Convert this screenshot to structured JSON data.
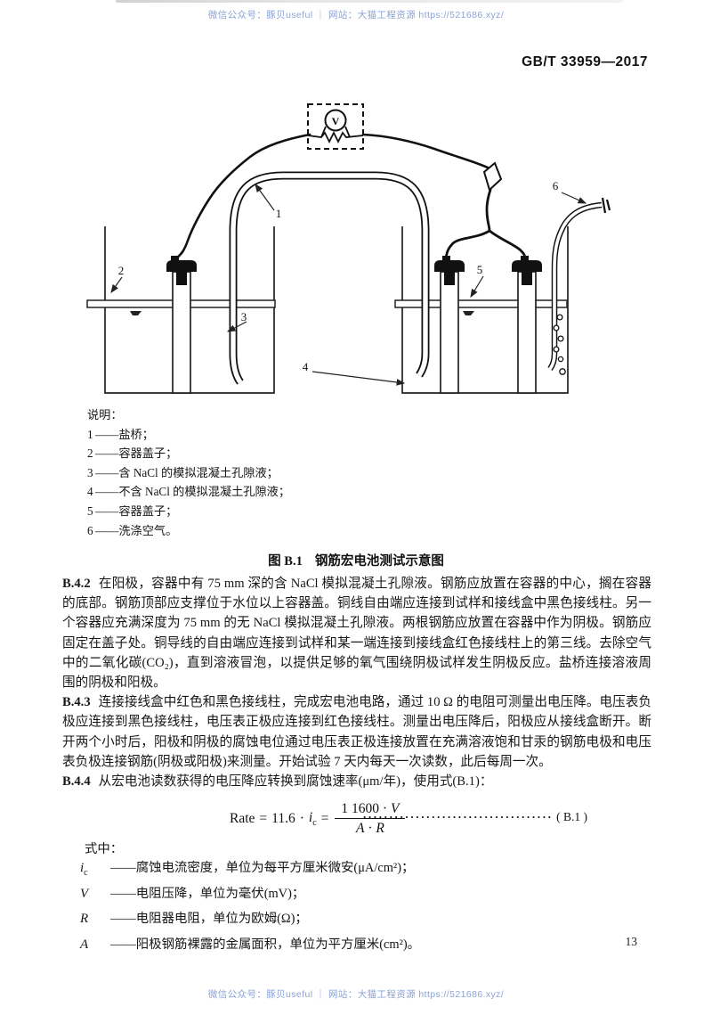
{
  "watermark": {
    "text": "微信公众号：豚贝useful ｜ 网站：大猫工程资源 https://521686.xyz/",
    "color": "#8aa3d6"
  },
  "header": {
    "standard_code": "GB/T 33959—2017"
  },
  "diagram": {
    "voltmeter_label": "V",
    "callouts": [
      "1",
      "2",
      "3",
      "4",
      "5",
      "6"
    ]
  },
  "legend": {
    "title": "说明：",
    "dash": "——",
    "items": [
      {
        "num": "1",
        "text": "盐桥；"
      },
      {
        "num": "2",
        "text": "容器盖子；"
      },
      {
        "num": "3",
        "text": "含 NaCl 的模拟混凝土孔隙液；"
      },
      {
        "num": "4",
        "text": "不含 NaCl 的模拟混凝土孔隙液；"
      },
      {
        "num": "5",
        "text": "容器盖子；"
      },
      {
        "num": "6",
        "text": "洗涤空气。"
      }
    ]
  },
  "figure_caption": {
    "label": "图 B.1",
    "title": "钢筋宏电池测试示意图"
  },
  "paragraphs": [
    {
      "id": "B.4.2",
      "text": "在阳极，容器中有 75 mm 深的含 NaCl 模拟混凝土孔隙液。钢筋应放置在容器的中心，搁在容器的底部。钢筋顶部应支撑位于水位以上容器盖。铜线自由端应连接到试样和接线盒中黑色接线柱。另一个容器应充满深度为 75 mm 的无 NaCl 模拟混凝土孔隙液。两根钢筋应放置在容器中作为阴极。钢筋应固定在盖子处。铜导线的自由端应连接到试样和某一端连接到接线盒红色接线柱上的第三线。去除空气中的二氧化碳(CO₂)，直到溶液冒泡，以提供足够的氧气围绕阴极试样发生阴极反应。盐桥连接溶液周围的阴极和阳极。"
    },
    {
      "id": "B.4.3",
      "text": "连接接线盒中红色和黑色接线柱，完成宏电池电路，通过 10 Ω 的电阻可测量出电压降。电压表负极应连接到黑色接线柱，电压表正极应连接到红色接线柱。测量出电压降后，阳极应从接线盒断开。断开两个小时后，阳极和阴极的腐蚀电位通过电压表正极连接放置在充满溶液饱和甘汞的钢筋电极和电压表负极连接钢筋(阴极或阳极)来测量。开始试验 7 天内每天一次读数，此后每周一次。"
    },
    {
      "id": "B.4.4",
      "text": "从宏电池读数获得的电压降应转换到腐蚀速率(μm/年)，使用式(B.1)："
    }
  ],
  "formula": {
    "rate": "Rate",
    "equals1": "=",
    "coefficient": "11.6",
    "dot1": "·",
    "current_symbol": "i",
    "current_sub": "c",
    "equals2": "=",
    "numerator_coeff": "1 1600",
    "numerator_dot": "·",
    "numerator_var": "V",
    "denominator_var1": "A",
    "denominator_dot": "·",
    "denominator_var2": "R",
    "leader_dots": "····································",
    "ref": "( B.1 )"
  },
  "where_clause": {
    "title": "式中：",
    "items": [
      {
        "symbol": "i",
        "sub": "c",
        "desc": "——腐蚀电流密度，单位为每平方厘米微安(μA/cm²)；"
      },
      {
        "symbol": "V",
        "sub": "",
        "desc": "——电阻压降，单位为毫伏(mV)；"
      },
      {
        "symbol": "R",
        "sub": "",
        "desc": "——电阻器电阻，单位为欧姆(Ω)；"
      },
      {
        "symbol": "A",
        "sub": "",
        "desc": "——阳极钢筋裸露的金属面积，单位为平方厘米(cm²)。"
      }
    ]
  },
  "page_number": "13"
}
